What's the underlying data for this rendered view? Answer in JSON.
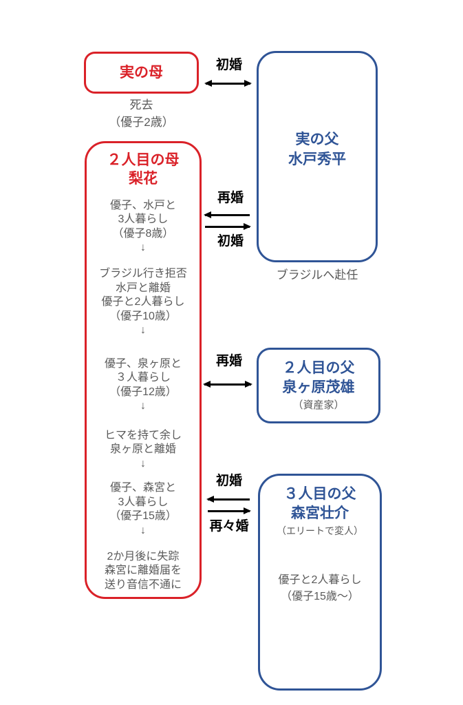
{
  "colors": {
    "red": "#da2128",
    "blue": "#2f5496",
    "gray": "#595959",
    "arrow_black": "#000000"
  },
  "mother1": {
    "title": "実の母",
    "caption": "死去\n（優子2歳）"
  },
  "father1": {
    "title": "実の父\n水戸秀平",
    "caption": "ブラジルへ赴任"
  },
  "mother2": {
    "title": "２人目の母\n梨花",
    "sections": [
      "優子、水戸と\n3人暮らし\n（優子8歳）\n↓",
      "ブラジル行き拒否\n水戸と離婚\n優子と2人暮らし\n（優子10歳）\n↓",
      "優子、泉ヶ原と\n３人暮らし\n（優子12歳）\n↓",
      "ヒマを持て余し\n泉ヶ原と離婚\n↓",
      "優子、森宮と\n3人暮らし\n（優子15歳）\n↓",
      "2か月後に失踪\n森宮に離婚届を\n送り音信不通に"
    ]
  },
  "father2": {
    "title": "２人目の父\n泉ヶ原茂雄",
    "note": "（資産家）"
  },
  "father3": {
    "title": "３人目の父\n森宮壮介",
    "note": "（エリートで変人）",
    "body": "優子と2人暮らし\n（優子15歳〜）"
  },
  "arrows": {
    "first": {
      "label": "初婚"
    },
    "second": {
      "top_label": "再婚",
      "bottom_label": "初婚"
    },
    "third": {
      "label": "再婚"
    },
    "fourth": {
      "top_label": "初婚",
      "bottom_label": "再々婚"
    }
  }
}
